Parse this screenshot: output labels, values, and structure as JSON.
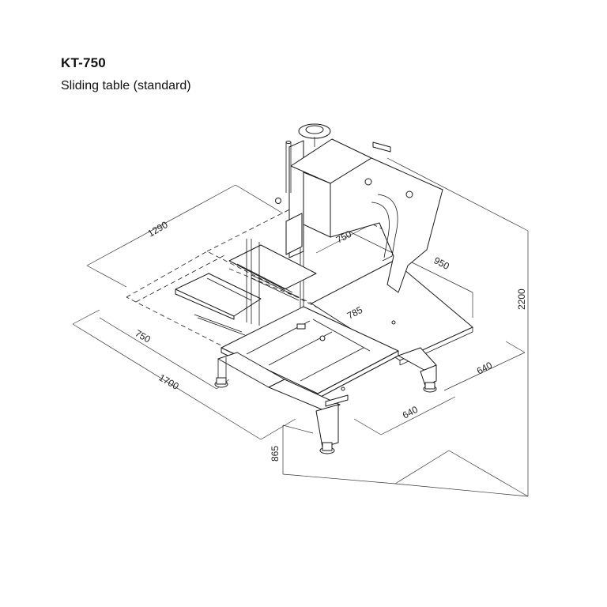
{
  "header": {
    "title": "KT-750",
    "subtitle": "Sliding table (standard)"
  },
  "dimensions": {
    "d1290": "1290",
    "d750_top": "750",
    "d950": "950",
    "d785": "785",
    "d750_left": "750",
    "d1700": "1700",
    "d640_bottom": "640",
    "d640_right": "640",
    "d865": "865",
    "d2200": "2200"
  }
}
